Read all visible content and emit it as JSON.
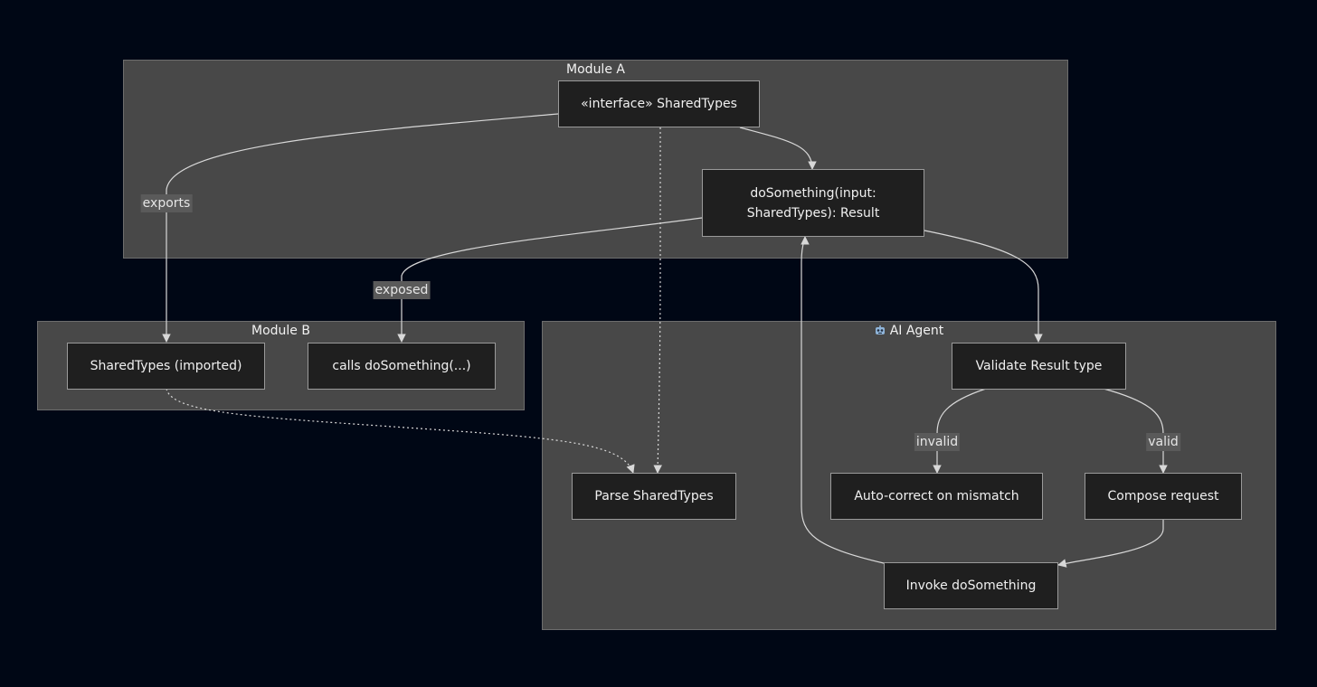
{
  "clusters": {
    "module_a": "Module A",
    "module_b": "Module B",
    "ai_agent": "AI Agent"
  },
  "icons": {
    "ai_agent": "robot-icon"
  },
  "nodes": {
    "shared_types": "«interface» SharedTypes",
    "do_something_line1": "doSomething(input:",
    "do_something_line2": "SharedTypes): Result",
    "shared_types_imported": "SharedTypes (imported)",
    "calls_do_something": "calls doSomething(...)",
    "validate_result": "Validate Result type",
    "parse_shared_types": "Parse SharedTypes",
    "auto_correct": "Auto-correct on mismatch",
    "compose_request": "Compose request",
    "invoke_do_something": "Invoke doSomething"
  },
  "edge_labels": {
    "exports": "exports",
    "exposed": "exposed",
    "invalid": "invalid",
    "valid": "valid"
  }
}
